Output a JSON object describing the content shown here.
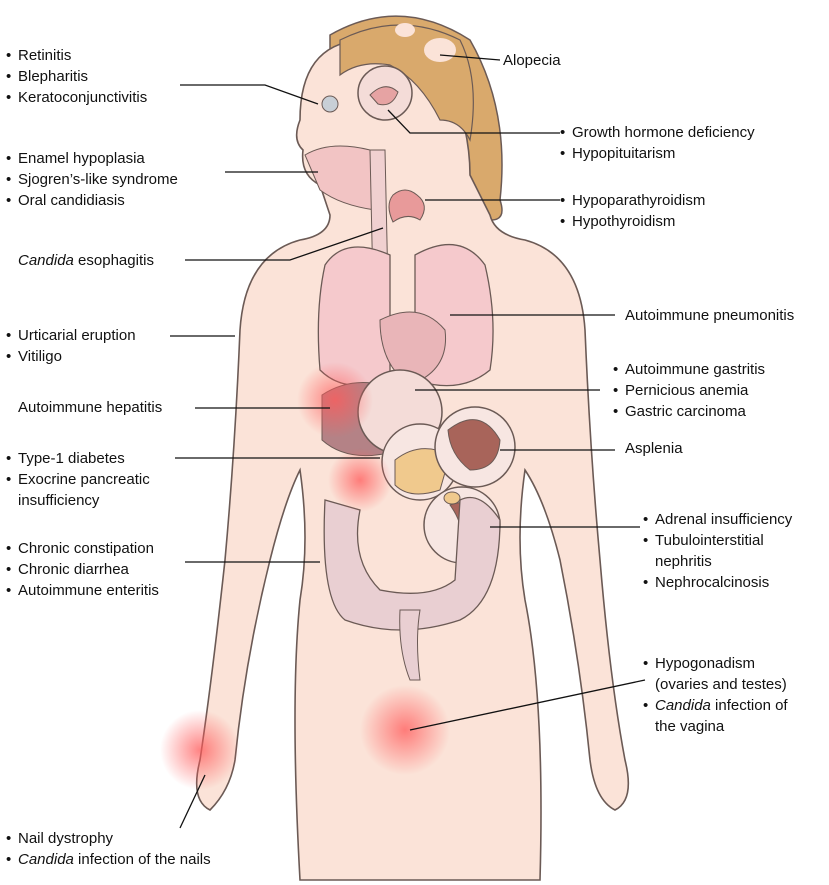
{
  "labels": {
    "eye": [
      "Retinitis",
      "Blepharitis",
      "Keratoconjunctivitis"
    ],
    "alopecia": "Alopecia",
    "pituitary": [
      "Growth hormone deficiency",
      "Hypopituitarism"
    ],
    "mouth": [
      "Enamel hypoplasia",
      "Sjogren’s-like syndrome",
      "Oral candidiasis"
    ],
    "thyroid": [
      "Hypoparathyroidism",
      "Hypothyroidism"
    ],
    "esophagus": {
      "italic": "Candida",
      "rest": " esophagitis"
    },
    "skin": [
      "Urticarial eruption",
      "Vitiligo"
    ],
    "lung": "Autoimmune pneumonitis",
    "stomach": [
      "Autoimmune gastritis",
      "Pernicious anemia",
      "Gastric carcinoma"
    ],
    "liver": "Autoimmune hepatitis",
    "spleen": "Asplenia",
    "pancreas": {
      "first": "Type-1 diabetes",
      "second_line1": "Exocrine pancreatic",
      "second_line2": "insufficiency"
    },
    "kidney": {
      "first": "Adrenal insufficiency",
      "second_line1": "Tubulointerstitial",
      "second_line2": "nephritis",
      "third": "Nephrocalcinosis"
    },
    "intestine": [
      "Chronic constipation",
      "Chronic diarrhea",
      "Autoimmune enteritis"
    ],
    "gonad": {
      "first_line1": "Hypogonadism",
      "first_line2": "(ovaries and testes)",
      "second_italic": "Candida",
      "second_rest": " infection of",
      "second_line2": "the vagina"
    },
    "nails": {
      "first": "Nail dystrophy",
      "second_italic": "Candida",
      "second_rest": " infection of the nails"
    }
  },
  "bullet": "•",
  "colors": {
    "skin": "#fbe3d8",
    "outline": "#6b5a55",
    "hair": "#d9a96c",
    "organ_pink": "#f3c7c9",
    "liver": "#b48286",
    "spleen": "#a8645a",
    "pancreas": "#f0c98d",
    "inflammation": "#ff6b6b",
    "line": "#111111"
  }
}
